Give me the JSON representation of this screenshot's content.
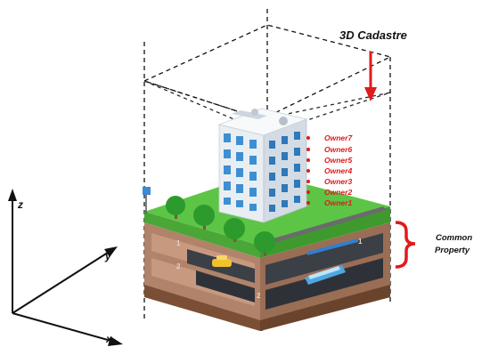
{
  "title": "3D Cadastre",
  "common_property_label_line1": "Common",
  "common_property_label_line2": "Property",
  "owners": [
    "Owner7",
    "Owner6",
    "Owner5",
    "Owner4",
    "Owner3",
    "Owner2",
    "Owner1"
  ],
  "axes": {
    "z": "z",
    "y": "y",
    "x": "x"
  },
  "floor_numbers": [
    "1",
    "2",
    "1",
    "2"
  ],
  "colors": {
    "arrow": "#e11a1a",
    "owner_text": "#e11a1a",
    "grass": "#5cc545",
    "soil": "#a97b5e",
    "tree": "#2c9a2c",
    "building": "#eef2f6",
    "windows": "#3d8fd2"
  }
}
